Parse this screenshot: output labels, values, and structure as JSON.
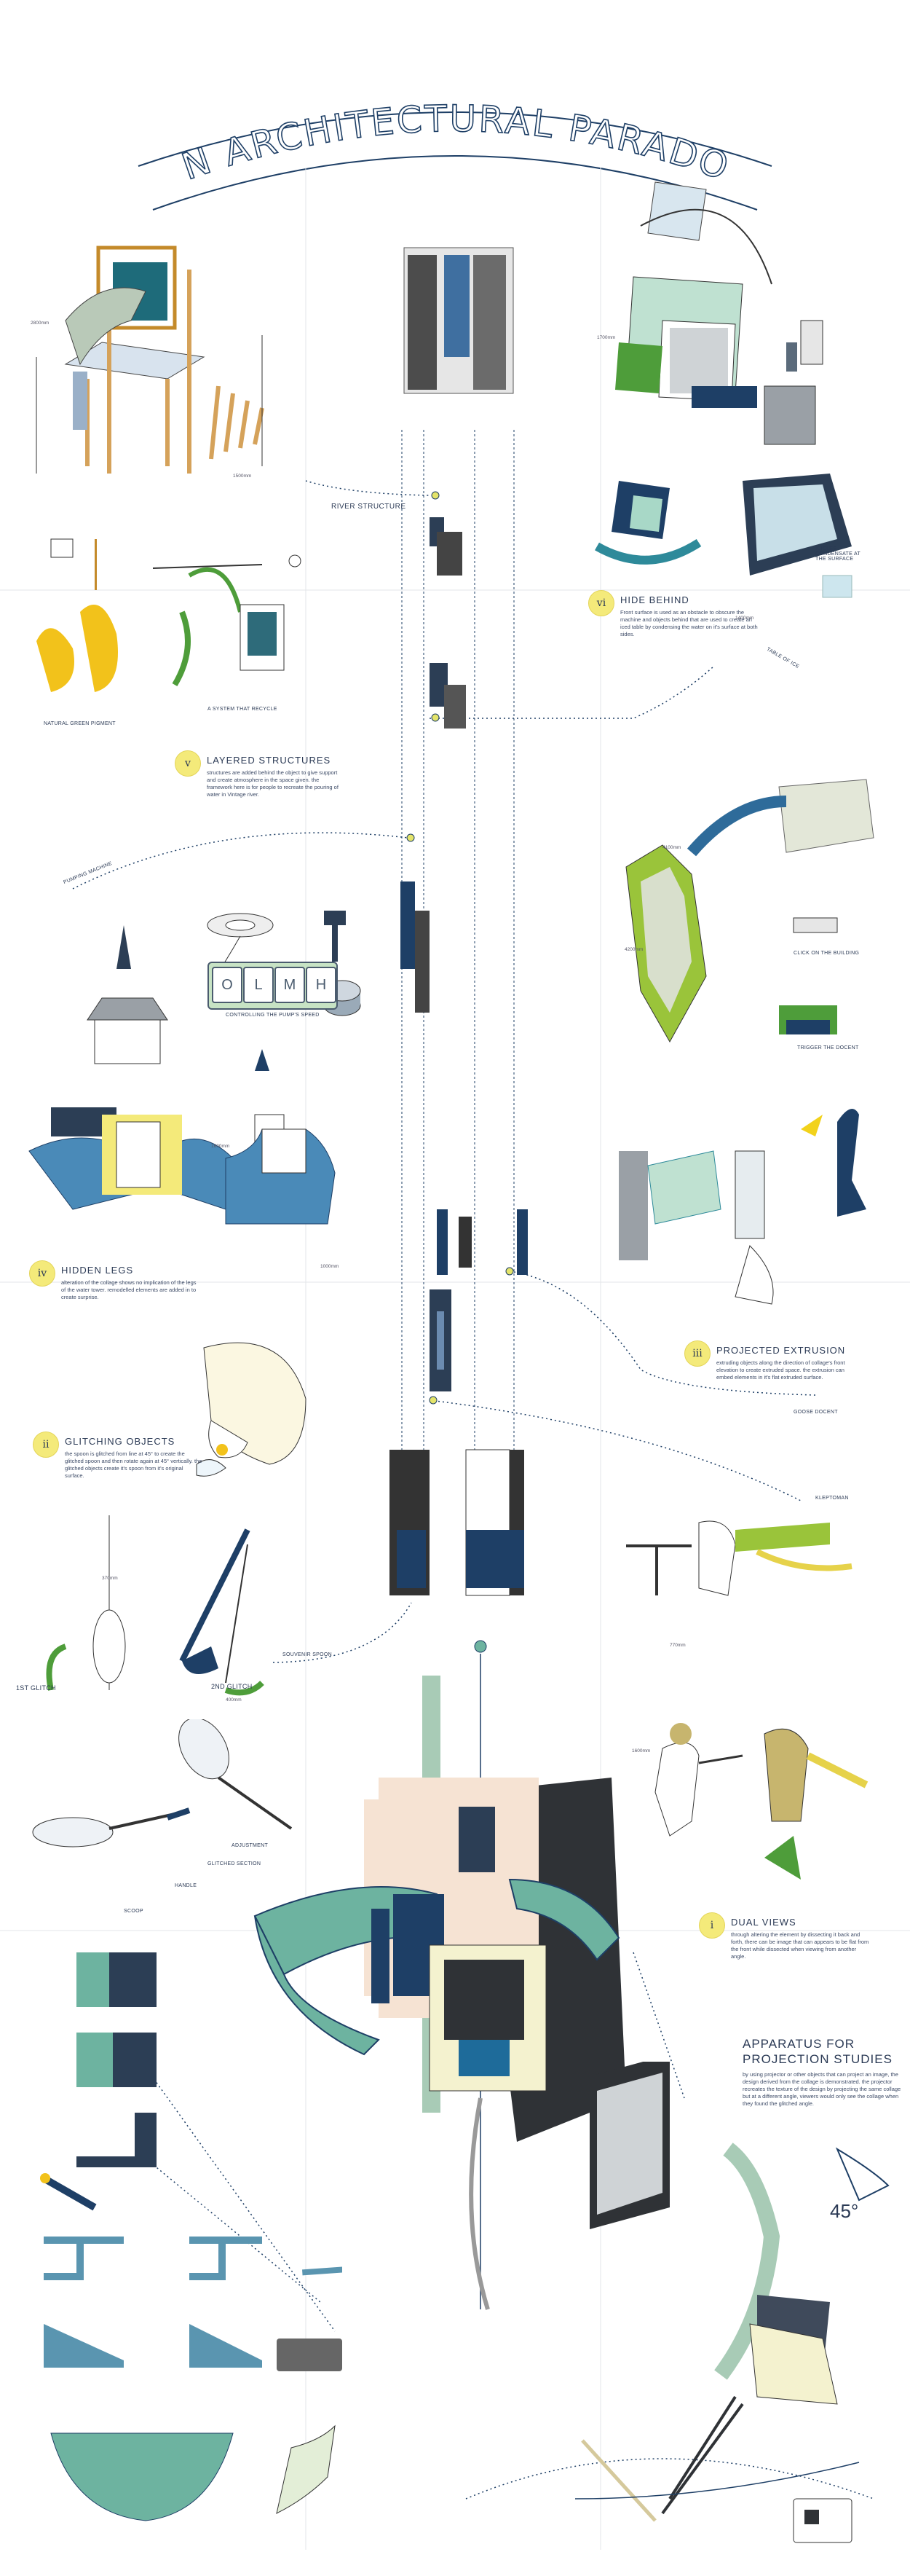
{
  "title": "AN ARCHITECTURAL PARADOX",
  "labels": {
    "river_structure": "RIVER STRUCTURE",
    "natural_green_pigment": "NATURAL GREEN PIGMENT",
    "system_recycle": "A SYSTEM THAT RECYCLE",
    "pumping_machine": "PUMPING MACHINE",
    "controlling_pump_speed": "CONTROLLING THE PUMP'S SPEED",
    "souvenir_spoon": "SOUVENIR SPOON",
    "first_glitch": "1st GLITCH",
    "second_glitch": "2nd GLITCH",
    "goose_docent": "GOOSE DOCENT",
    "kleptoman": "KLEPTOMAN",
    "table_of_ice": "TABLE OF ICE",
    "click_on_building": "CLICK ON THE BUILDING",
    "trigger_docent": "TRIGGER THE DOCENT",
    "ice_condensate": "ICICLES CONDENSATE AT THE SURFACE",
    "spoon_parts": [
      "SCOOP",
      "HANDLE",
      "GLITCHED SECTION",
      "ADJUSTMENT"
    ]
  },
  "pump_speed_modes": [
    "O",
    "L",
    "M",
    "H"
  ],
  "sections": {
    "hide_behind": {
      "numeral": "vi",
      "title": "HIDE BEHIND",
      "text": "Front surface is used as an obstacle to obscure the machine and objects behind that are used to create an iced table by condensing the water on it's surface at both sides."
    },
    "layered_structures": {
      "numeral": "v",
      "title": "LAYERED STRUCTURES",
      "text": "structures are added behind the object to give support and create atmosphere in the space given. the framework here is for people to recreate the pouring of water in Vintage river."
    },
    "hidden_legs": {
      "numeral": "iv",
      "title": "HIDDEN LEGS",
      "text": "alteration of the collage shows no implication of the legs of the water tower. remodelled elements are added in to create surprise."
    },
    "projected_extrusion": {
      "numeral": "iii",
      "title": "PROJECTED EXTRUSION",
      "text": "extruding objects along the direction of collage's front elevation to create extruded space. the extrusion can embed elements in it's flat extruded surface."
    },
    "glitching_objects": {
      "numeral": "ii",
      "title": "GLITCHING OBJECTS",
      "text": "the spoon is glitched from line at 45° to create the glitched spoon and then rotate again at 45° vertically. the glitched objects create it's spoon from it's original surface."
    },
    "dual_views": {
      "numeral": "i",
      "title": "DUAL VIEWS",
      "text": "through altering the element by dissecting it back and forth, there can be image that can appears to be flat from the front while dissected when viewing from another angle."
    }
  },
  "apparatus": {
    "title": "APPARATUS FOR PROJECTION STUDIES",
    "text": "by using projector or other objects that can project an image, the design derived from the collage is demonstrated. the projector recreates the texture of the design by projecting the same collage but at a different angle, viewers would only see the collage when they found the glitched angle.",
    "angle": "45°"
  },
  "dimensions": {
    "d1": "2800mm",
    "d2": "1500mm",
    "d3": "1700mm",
    "d4": "1600mm",
    "d5": "1000mm",
    "d6": "4100mm",
    "d7": "4200mm",
    "d8": "1400mm",
    "d9": "370mm",
    "d10": "400mm",
    "d11": "770mm",
    "d12": "1600mm"
  },
  "colors": {
    "navy": "#1e3f66",
    "teal": "#6db3a0",
    "lime": "#9ac43a",
    "yellow": "#f4ea7a",
    "grey": "#5a5f66"
  }
}
